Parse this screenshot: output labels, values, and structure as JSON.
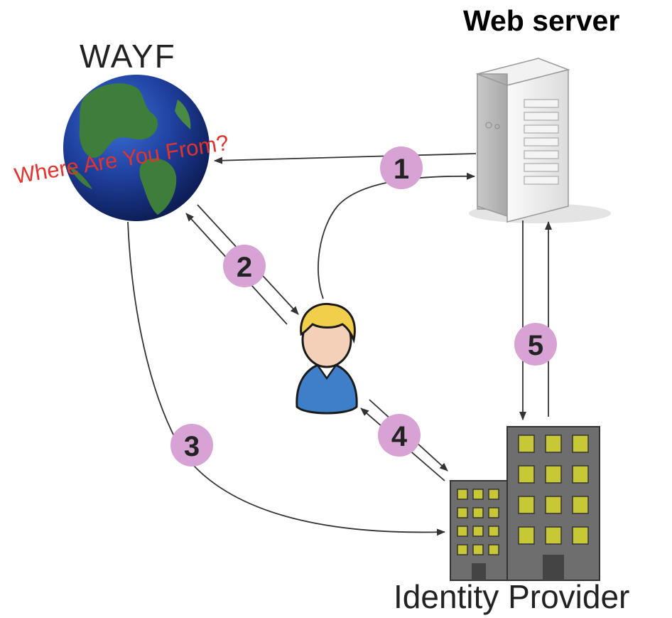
{
  "labels": {
    "web_server": "Web server",
    "wayf": "WAYF",
    "wayf_tagline": "Where Are You From?",
    "identity_provider": "Identity Provider"
  },
  "steps": [
    "1",
    "2",
    "3",
    "4",
    "5"
  ],
  "colors": {
    "step_badge": "#d7a3d4",
    "tagline": "#e0342f",
    "arrow": "#333333",
    "building_window": "#c8c837",
    "building_body": "#6e6e6e",
    "person_shirt": "#3f7fc9",
    "person_hair": "#f2cf4a"
  }
}
